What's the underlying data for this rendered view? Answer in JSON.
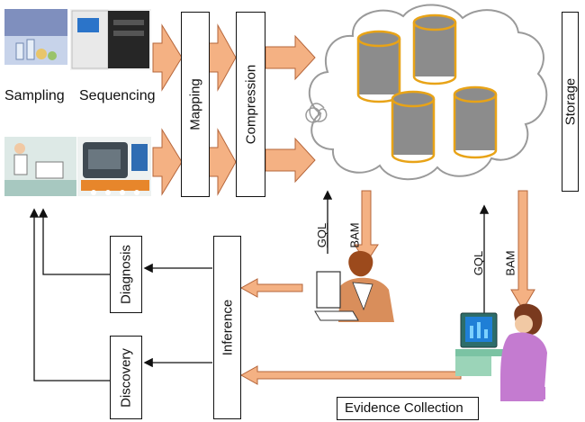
{
  "labels": {
    "sampling": "Sampling",
    "sequencing": "Sequencing",
    "mapping": "Mapping",
    "compression": "Compression",
    "storage": "Storage",
    "diagnosis": "Diagnosis",
    "discovery": "Discovery",
    "inference": "Inference",
    "evidence_collection": "Evidence Collection",
    "gql_left": "GQL",
    "bam_left": "BAM",
    "gql_right": "GQL",
    "bam_right": "BAM"
  },
  "colors": {
    "arrow_fill": "#f4b183",
    "arrow_stroke": "#b5653a",
    "cylinder_body": "#8c8c8c",
    "cylinder_edge": "#e8a317",
    "cloud_stroke": "#9a9a9a",
    "monitor_screen": "#1f7fd6"
  }
}
